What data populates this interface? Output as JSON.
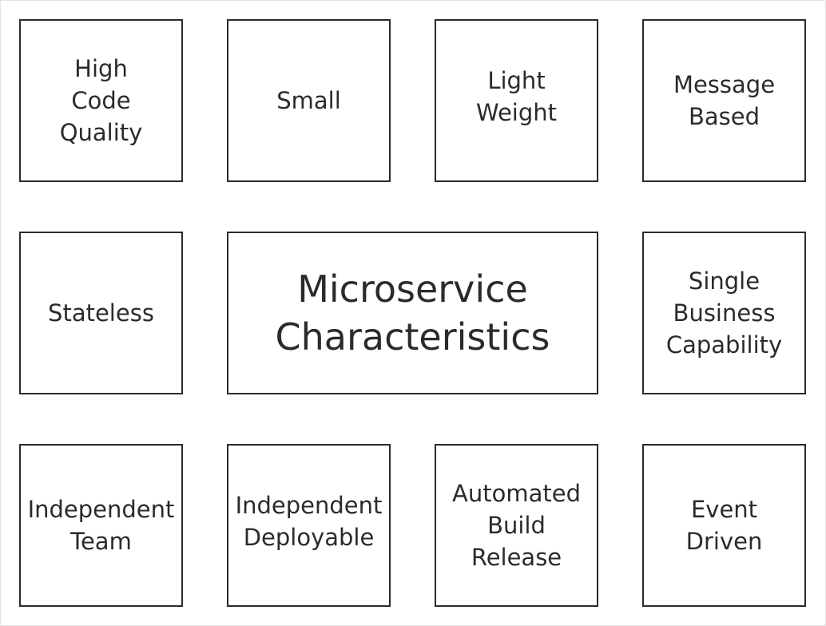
{
  "diagram": {
    "title_lines": [
      "Microservice",
      "Characteristics"
    ],
    "boxes": {
      "high_code_quality": [
        "High",
        "Code",
        "Quality"
      ],
      "small": [
        "Small"
      ],
      "light_weight": [
        "Light",
        "Weight"
      ],
      "message_based": [
        "Message",
        "Based"
      ],
      "stateless": [
        "Stateless"
      ],
      "single_business_capability": [
        "Single",
        "Business",
        "Capability"
      ],
      "independent_team": [
        "Independent",
        "Team"
      ],
      "independent_deployable": [
        "Independent",
        "Deployable"
      ],
      "automated_build_release": [
        "Automated",
        "Build",
        "Release"
      ],
      "event_driven": [
        "Event",
        "Driven"
      ]
    }
  },
  "colors": {
    "border": "#2b2b2b",
    "text": "#2b2b2b",
    "background": "#ffffff"
  }
}
